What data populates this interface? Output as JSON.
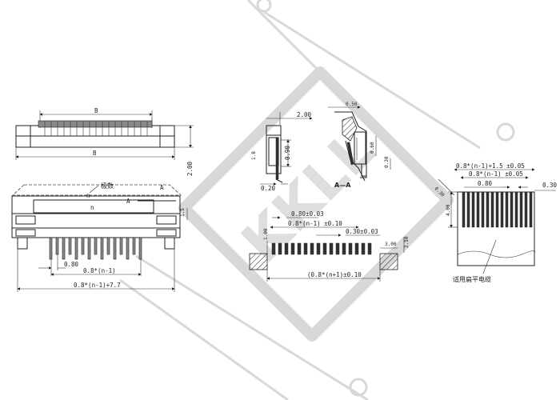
{
  "watermark": {
    "text": "KKLL",
    "color": "#d8d8d8"
  },
  "front_view": {
    "dim_top_B": "B",
    "dim_bottom_B": "B",
    "dim_height": "2.00"
  },
  "bottom_view": {
    "label_pins": "极数",
    "label_n": "n",
    "label_A_left": "A",
    "label_A_right": "A",
    "dim_pitch": "0.80",
    "dim_span": "0.8*(n-1)",
    "dim_total": "0.8*(n-1)+7.7",
    "dim_side": "1.5"
  },
  "side_view": {
    "dim_width": "2.00",
    "dim_height": "0.90",
    "dim_offset": "0.20",
    "dim_left": "1.8"
  },
  "section_view": {
    "label": "A—A",
    "dim_top": "0.50",
    "dim_right_1": "0.60",
    "dim_right_2": "0.30"
  },
  "footprint": {
    "dim_pitch": "0.80±0.03",
    "dim_span": "0.8*(n-1) ±0.10",
    "dim_pad_width": "0.30±0.03",
    "dim_pad_height": "1.00",
    "dim_mount_width": "3.00",
    "dim_mount_height": "2.50",
    "dim_total": "(0.8*(n+1)±0.10"
  },
  "fpc": {
    "dim_overall": "0.8*(n-1)+1.5 ±0.05",
    "dim_span": "0.8*(n-1) ±0.05",
    "dim_pitch": "0.80",
    "dim_side": "0.30",
    "dim_chamfer": "0.30",
    "dim_length": "4.00",
    "caption": "适用扁平电缆"
  }
}
